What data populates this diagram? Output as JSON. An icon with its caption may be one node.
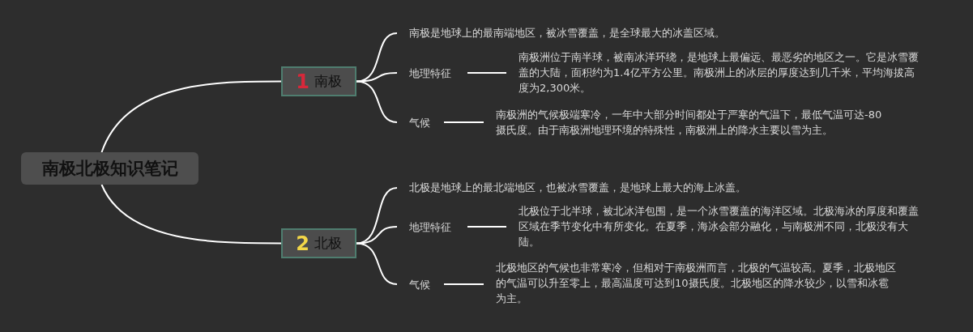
{
  "diagram": {
    "nodes": [
      {
        "text": [
          "南极北极知识笔记"
        ]
      },
      {
        "text": [
          "1",
          "南极"
        ]
      },
      {
        "text": [
          "南极是地球上的最南端地区，被冰雪覆盖，是全球最大的冰盖区域。"
        ]
      },
      {
        "text": [
          "地理特征"
        ]
      },
      {
        "text": [
          "南极洲位于南半球，被南冰洋环绕，是地球上最偏远、最恶劣的地区之一。它是冰雪覆盖的大陆，面积约为1.4亿平方公里。南极洲上的冰层的厚度达到几千米，平均海拔高度为2,300米。"
        ]
      },
      {
        "text": [
          "气候"
        ]
      },
      {
        "text": [
          "南极洲的气候极端寒冷，一年中大部分时间都处于严寒的气温下，最低气温可达-80摄氏度。由于南极洲地理环境的特殊性，南极洲上的降水主要以雪为主。"
        ]
      },
      {
        "text": [
          "2",
          "北极"
        ]
      },
      {
        "text": [
          "北极是地球上的最北端地区，也被冰雪覆盖，是地球上最大的海上冰盖。"
        ]
      },
      {
        "text": [
          "地理特征"
        ]
      },
      {
        "text": [
          "北极位于北半球，被北冰洋包围，是一个冰雪覆盖的海洋区域。北极海冰的厚度和覆盖区域在季节变化中有所变化。在夏季，海冰会部分融化，与南极洲不同，北极没有大陆。"
        ]
      },
      {
        "text": [
          "气候"
        ]
      },
      {
        "text": [
          "北极地区的气候也非常寒冷，但相对于南极洲而言，北极的气温较高。夏季，北极地区的气温可以升至零上，最高温度可达到10摄氏度。北极地区的降水较少，以雪和冰雹为主。"
        ]
      }
    ],
    "edges": [
      {
        "from": 0,
        "to": 1,
        "arrow": "none"
      },
      {
        "from": 1,
        "to": 2,
        "arrow": "none"
      },
      {
        "from": 1,
        "to": 3,
        "arrow": "none"
      },
      {
        "from": 3,
        "to": 4,
        "arrow": "none"
      },
      {
        "from": 1,
        "to": 5,
        "arrow": "none"
      },
      {
        "from": 5,
        "to": 6,
        "arrow": "none"
      },
      {
        "from": 0,
        "to": 7,
        "arrow": "none"
      },
      {
        "from": 7,
        "to": 8,
        "arrow": "none"
      },
      {
        "from": 7,
        "to": 9,
        "arrow": "none"
      },
      {
        "from": 9,
        "to": 10,
        "arrow": "none"
      },
      {
        "from": 7,
        "to": 11,
        "arrow": "none"
      },
      {
        "from": 11,
        "to": 12,
        "arrow": "none"
      }
    ]
  }
}
